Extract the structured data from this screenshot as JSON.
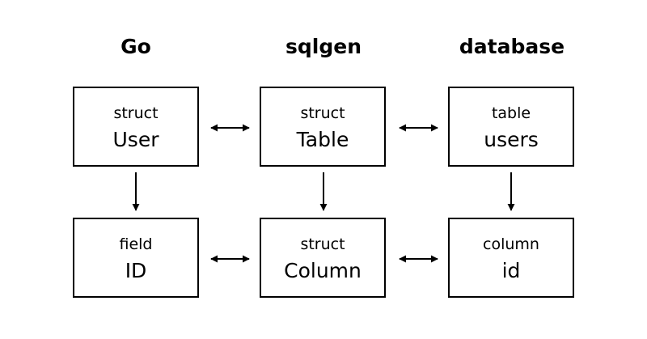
{
  "headers": {
    "go": "Go",
    "sqlgen": "sqlgen",
    "database": "database"
  },
  "boxes": {
    "go_user": {
      "kind": "struct",
      "name": "User"
    },
    "sqlgen_table": {
      "kind": "struct",
      "name": "Table"
    },
    "db_users": {
      "kind": "table",
      "name": "users"
    },
    "go_id": {
      "kind": "field",
      "name": "ID"
    },
    "sqlgen_column": {
      "kind": "struct",
      "name": "Column"
    },
    "db_id": {
      "kind": "column",
      "name": "id"
    }
  },
  "colors": {
    "line": "#000000",
    "background": "#ffffff"
  }
}
